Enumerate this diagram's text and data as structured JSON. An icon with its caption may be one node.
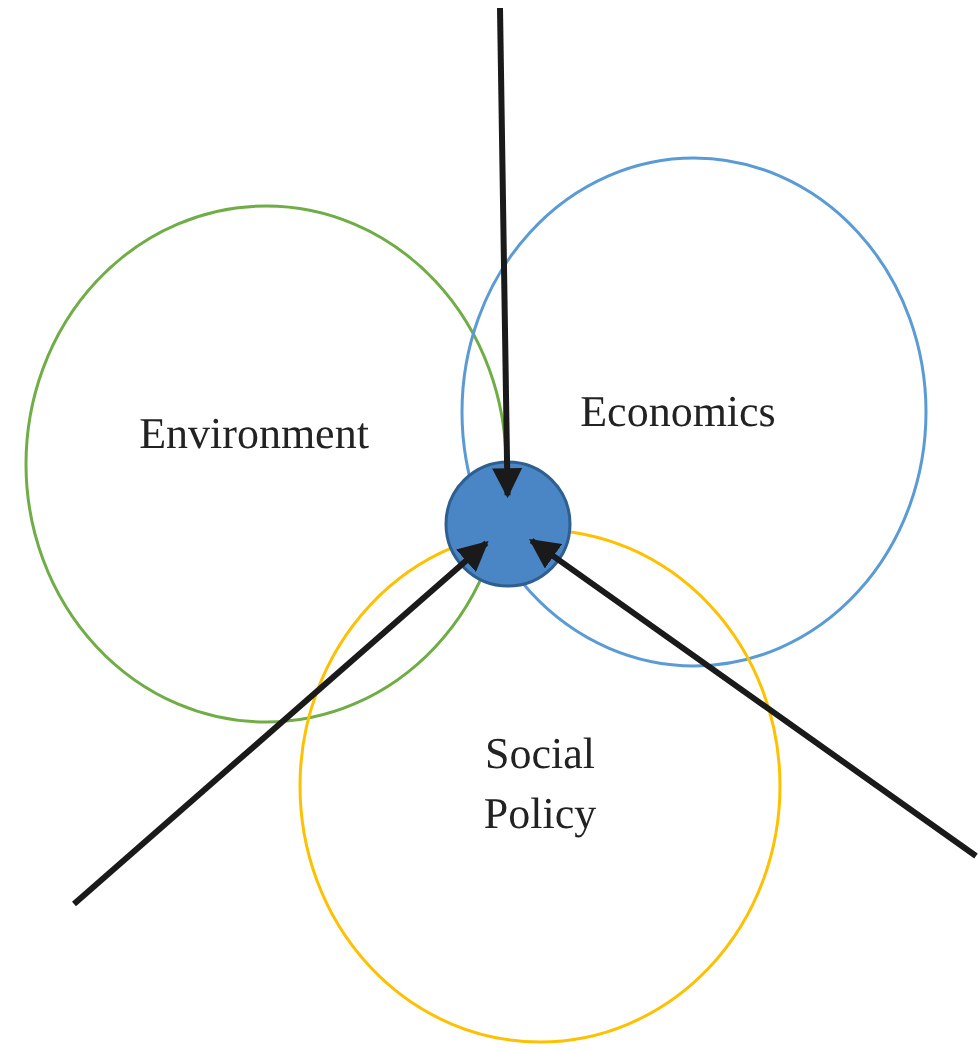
{
  "diagram": {
    "nodes": [
      {
        "text": [
          "Environment"
        ]
      },
      {
        "text": [
          "Economics"
        ]
      },
      {
        "text": [
          "Social Policy"
        ]
      },
      {
        "text": [],
        "shape": "circle"
      }
    ],
    "edges": [
      {
        "from": null,
        "to": 3,
        "arrow": "to"
      },
      {
        "from": null,
        "to": 3,
        "arrow": "to"
      },
      {
        "from": null,
        "to": 3,
        "arrow": "to"
      }
    ]
  }
}
